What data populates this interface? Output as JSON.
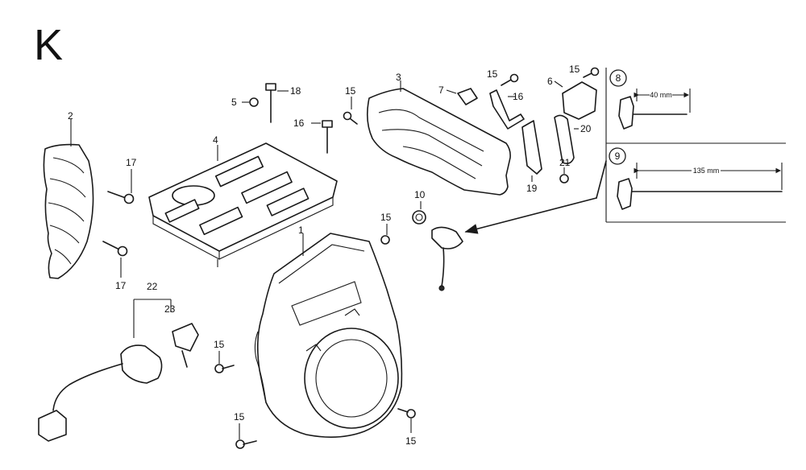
{
  "section_letter": "K",
  "callouts": [
    {
      "id": "c1",
      "label": "1"
    },
    {
      "id": "c2",
      "label": "2"
    },
    {
      "id": "c3",
      "label": "3"
    },
    {
      "id": "c4",
      "label": "4"
    },
    {
      "id": "c5",
      "label": "5"
    },
    {
      "id": "c6",
      "label": "6"
    },
    {
      "id": "c7",
      "label": "7"
    },
    {
      "id": "c8",
      "label": "8"
    },
    {
      "id": "c9",
      "label": "9"
    },
    {
      "id": "c10",
      "label": "10"
    },
    {
      "id": "c15a",
      "label": "15"
    },
    {
      "id": "c15b",
      "label": "15"
    },
    {
      "id": "c15c",
      "label": "15"
    },
    {
      "id": "c15d",
      "label": "15"
    },
    {
      "id": "c15e",
      "label": "15"
    },
    {
      "id": "c15f",
      "label": "15"
    },
    {
      "id": "c15g",
      "label": "15"
    },
    {
      "id": "c16a",
      "label": "16"
    },
    {
      "id": "c16b",
      "label": "16"
    },
    {
      "id": "c17a",
      "label": "17"
    },
    {
      "id": "c17b",
      "label": "17"
    },
    {
      "id": "c18",
      "label": "18"
    },
    {
      "id": "c19",
      "label": "19"
    },
    {
      "id": "c20",
      "label": "20"
    },
    {
      "id": "c21",
      "label": "21"
    },
    {
      "id": "c22",
      "label": "22"
    },
    {
      "id": "c23",
      "label": "23"
    }
  ],
  "inset_8": {
    "number": "8",
    "dimension": "40 mm"
  },
  "inset_9": {
    "number": "9",
    "dimension": "135 mm"
  }
}
